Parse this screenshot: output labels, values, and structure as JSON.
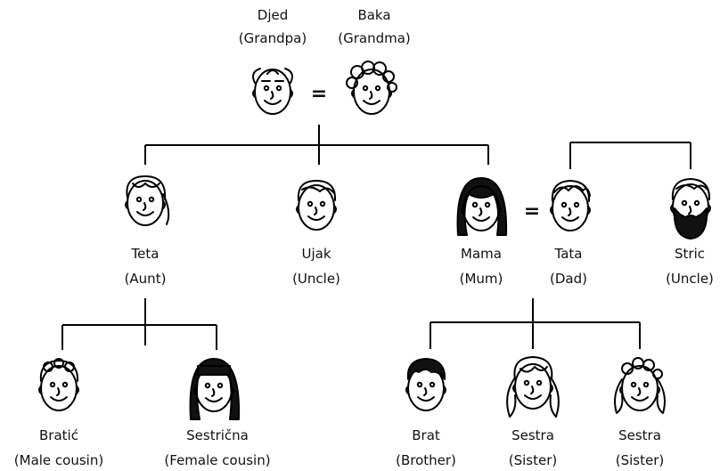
{
  "relation_symbol": "=",
  "members": {
    "grandpa": {
      "name": "Djed",
      "translation": "(Grandpa)"
    },
    "grandma": {
      "name": "Baka",
      "translation": "(Grandma)"
    },
    "aunt": {
      "name": "Teta",
      "translation": "(Aunt)"
    },
    "uncle_maternal": {
      "name": "Ujak",
      "translation": "(Uncle)"
    },
    "mum": {
      "name": "Mama",
      "translation": "(Mum)"
    },
    "dad": {
      "name": "Tata",
      "translation": "(Dad)"
    },
    "uncle_paternal": {
      "name": "Stric",
      "translation": "(Uncle)"
    },
    "male_cousin": {
      "name": "Bratić",
      "translation": "(Male cousin)"
    },
    "female_cousin": {
      "name": "Sestrična",
      "translation": "(Female cousin)"
    },
    "brother": {
      "name": "Brat",
      "translation": "(Brother)"
    },
    "sister1": {
      "name": "Sestra",
      "translation": "(Sister)"
    },
    "sister2": {
      "name": "Sestra",
      "translation": "(Sister)"
    }
  }
}
